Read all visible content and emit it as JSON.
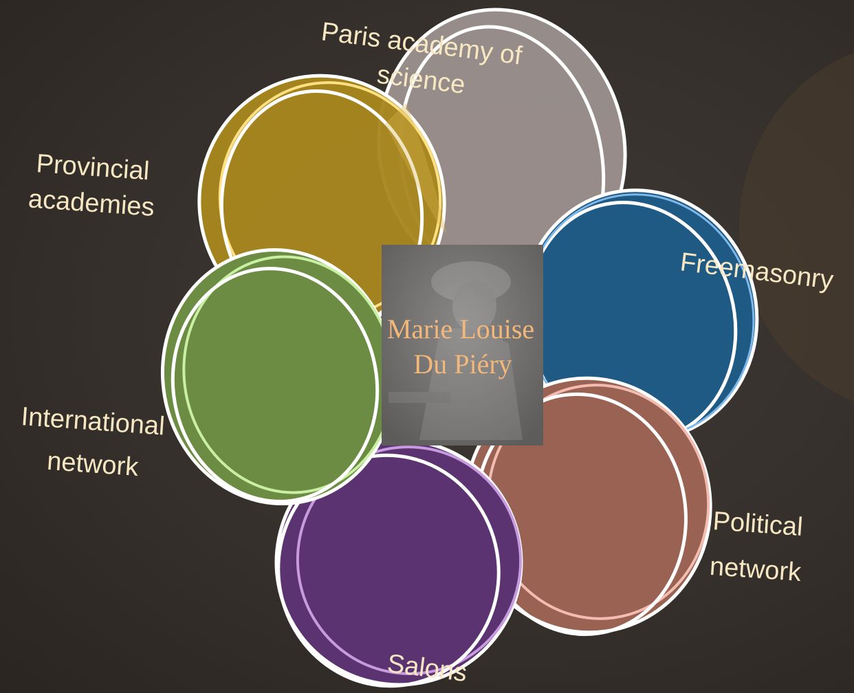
{
  "center": {
    "line1": "Marie Louise",
    "line2": "Du Piéry",
    "text_color": "#f2b77a"
  },
  "nodes": [
    {
      "id": "paris",
      "lines": [
        "Paris academy of",
        "science"
      ],
      "fill": "#9a908c",
      "accent": "#e8dede"
    },
    {
      "id": "provincial",
      "lines": [
        "Provincial",
        "academies"
      ],
      "fill": "#a8861e",
      "accent": "#ffe082"
    },
    {
      "id": "freemasonry",
      "lines": [
        "Freemasonry"
      ],
      "fill": "#1f5a85",
      "accent": "#7fb8e8"
    },
    {
      "id": "international",
      "lines": [
        "International",
        "network"
      ],
      "fill": "#6b8c42",
      "accent": "#c9efa3"
    },
    {
      "id": "political",
      "lines": [
        "Political",
        "network"
      ],
      "fill": "#9a6252",
      "accent": "#f2bdb0"
    },
    {
      "id": "salons",
      "lines": [
        "Salons"
      ],
      "fill": "#5a3370",
      "accent": "#c79bdd"
    }
  ]
}
